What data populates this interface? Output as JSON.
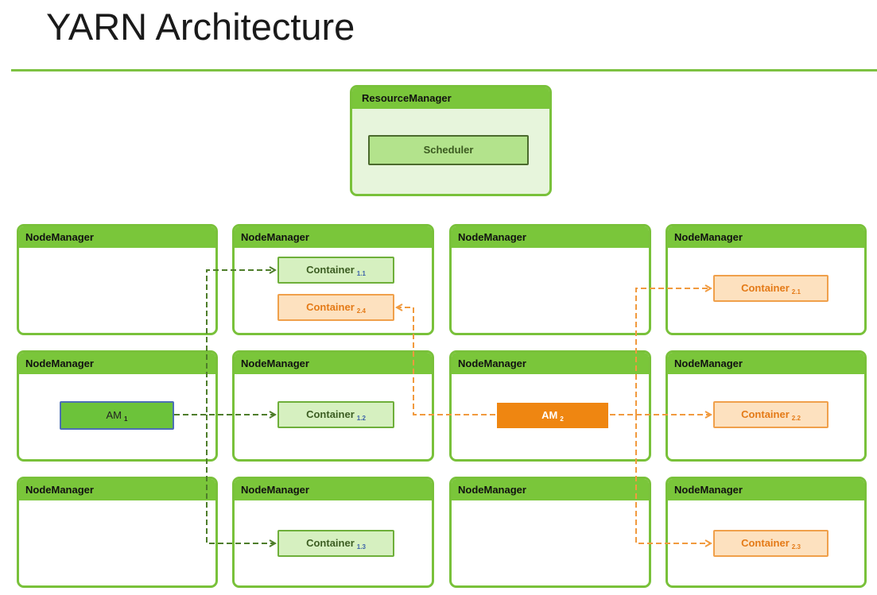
{
  "title": "YARN Architecture",
  "colors": {
    "accent_green": "#7ac63a",
    "container_green_fill": "#d6f0c0",
    "container_orange_fill": "#fde1bf",
    "app_master_2_fill": "#ef8611",
    "app1_arrow": "#4e7d2a",
    "app2_arrow": "#f19a3e"
  },
  "resource_manager": {
    "title": "ResourceManager",
    "scheduler_label": "Scheduler"
  },
  "node_manager_label": "NodeManager",
  "application_masters": {
    "am1": {
      "label": "AM",
      "sub": "1"
    },
    "am2": {
      "label": "AM",
      "sub": "2"
    }
  },
  "containers": {
    "c11": {
      "label": "Container",
      "sub": "1.1"
    },
    "c12": {
      "label": "Container",
      "sub": "1.2"
    },
    "c13": {
      "label": "Container",
      "sub": "1.3"
    },
    "c21": {
      "label": "Container",
      "sub": "2.1"
    },
    "c22": {
      "label": "Container",
      "sub": "2.2"
    },
    "c23": {
      "label": "Container",
      "sub": "2.3"
    },
    "c24": {
      "label": "Container",
      "sub": "2.4"
    }
  }
}
